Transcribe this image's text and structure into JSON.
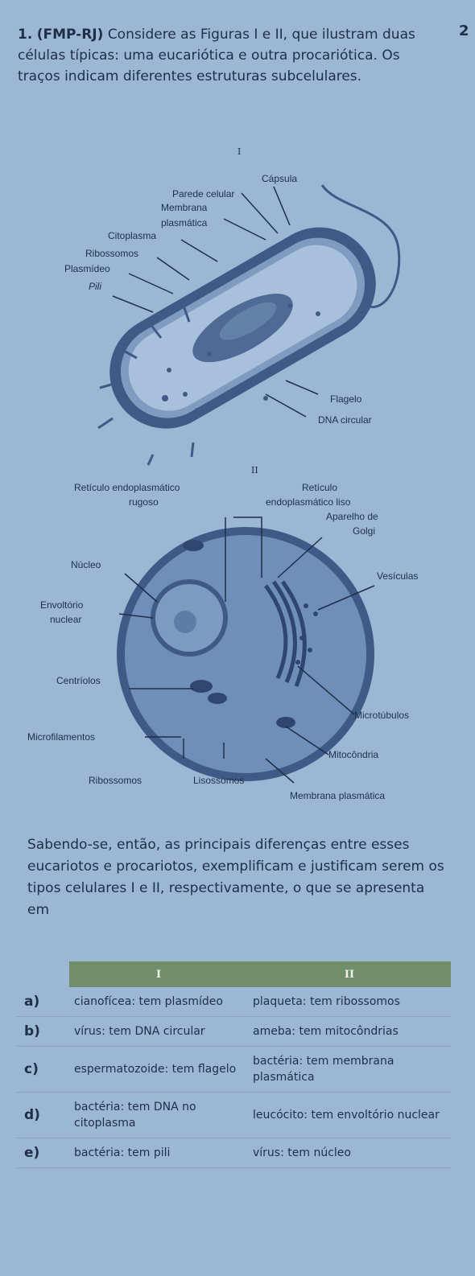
{
  "page_number": "2",
  "question": {
    "number": "1.",
    "source": "(FMP-RJ)",
    "text": "Considere as Figuras I e II, que ilustram duas células típicas: uma eucariótica e outra procariótica. Os traços indicam diferentes estruturas subcelulares."
  },
  "figure1": {
    "label": "I",
    "labels": {
      "capsula": "Cápsula",
      "parede": "Parede celular",
      "membrana1": "Membrana",
      "membrana2": "plasmática",
      "citoplasma": "Citoplasma",
      "ribossomos": "Ribossomos",
      "plasmideo": "Plasmídeo",
      "pili": "Pili",
      "flagelo": "Flagelo",
      "dna": "DNA circular"
    }
  },
  "figure2": {
    "label": "II",
    "labels": {
      "rer1": "Retículo endoplasmático",
      "rer2": "rugoso",
      "rel1": "Retículo",
      "rel2": "endoplasmático liso",
      "golgi1": "Aparelho de",
      "golgi2": "Golgi",
      "nucleo": "Núcleo",
      "vesiculas": "Vesículas",
      "envoltorio1": "Envoltório",
      "envoltorio2": "nuclear",
      "centriolos": "Centríolos",
      "microtubulos": "Microtúbulos",
      "microfilamentos": "Microfilamentos",
      "mitocondria": "Mitocôndria",
      "ribossomos": "Ribossomos",
      "lisossomos": "Lisossomos",
      "membrana": "Membrana plasmática"
    }
  },
  "stem": "Sabendo-se, então, as principais diferenças entre esses eucariotos e procariotos, exemplificam e justificam serem os tipos celulares I e II, respectivamente, o que se apresenta em",
  "table": {
    "headers": [
      "I",
      "II"
    ],
    "rows": [
      {
        "letter": "a)",
        "c1": "cianofícea: tem plasmídeo",
        "c2": "plaqueta: tem ribossomos"
      },
      {
        "letter": "b)",
        "c1": "vírus: tem DNA circular",
        "c2": "ameba: tem mitocôndrias"
      },
      {
        "letter": "c)",
        "c1": "espermatozoide: tem flagelo",
        "c2": "bactéria: tem membrana plasmática"
      },
      {
        "letter": "d)",
        "c1": "bactéria: tem DNA no citoplasma",
        "c2": "leucócito: tem envoltório nuclear"
      },
      {
        "letter": "e)",
        "c1": "bactéria: tem pili",
        "c2": "vírus: tem núcleo"
      }
    ]
  },
  "colors": {
    "background": "#9bb7d4",
    "text": "#1f2f48",
    "header": "#6f8e69"
  }
}
